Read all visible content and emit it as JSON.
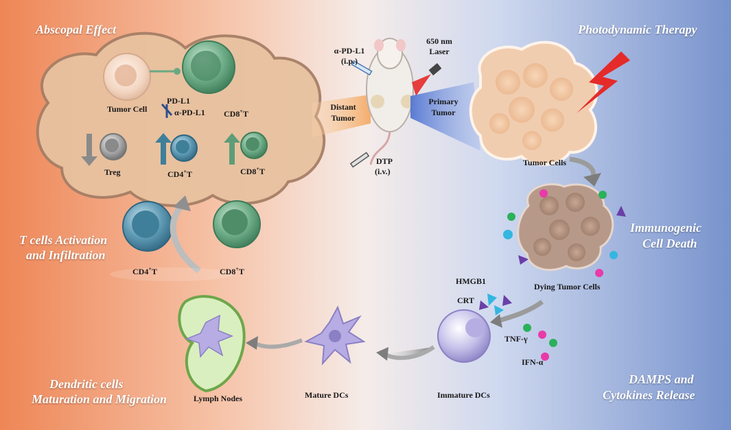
{
  "sections": {
    "abscopal": "Abscopal Effect",
    "pdt": "Photodynamic Therapy",
    "icd_line1": "Immunogenic",
    "icd_line2": "Cell Death",
    "tcell_line1": "T cells Activation",
    "tcell_line2": "and Infiltration",
    "dc_line1": "Dendritic cells",
    "dc_line2": "Maturation and Migration",
    "damps_line1": "DAMPS  and",
    "damps_line2": "Cytokines Release"
  },
  "labels": {
    "tumor_cell": "Tumor Cell",
    "pd_l1": "PD-L1",
    "alpha_pd_l1_bind": "α-PD-L1",
    "cd8t": "CD8",
    "cd4t": "CD4",
    "t_suffix": "T",
    "sup_plus": "+",
    "treg": "Treg",
    "distant_tumor_1": "Distant",
    "distant_tumor_2": "Tumor",
    "primary_tumor_1": "Primary",
    "primary_tumor_2": "Tumor",
    "alpha_pd_l1_inj": "α-PD-L1",
    "ip": "(i.p.)",
    "laser_1": "650 nm",
    "laser_2": "Laser",
    "dtp": "DTP",
    "iv": "(i.v.)",
    "tumor_cells": "Tumor Cells",
    "dying_tumor_cells": "Dying Tumor Cells",
    "hmgb1": "HMGB1",
    "crt": "CRT",
    "tnf": "TNF-γ",
    "ifn": "IFN-α",
    "immature_dcs": "Immature DCs",
    "mature_dcs": "Mature DCs",
    "lymph_nodes": "Lymph Nodes"
  },
  "colors": {
    "bg_left": "#f08a5a",
    "bg_mid": "#f7e9e4",
    "bg_right": "#7b97cf",
    "tumor_cloud": "#e9c3a0",
    "cd8_green": "#5f9c78",
    "cd4_blue": "#3f7f9a",
    "treg_gray": "#9a9a9a",
    "dc_purple": "#a99bd6",
    "laser_red": "#e52a2a"
  }
}
